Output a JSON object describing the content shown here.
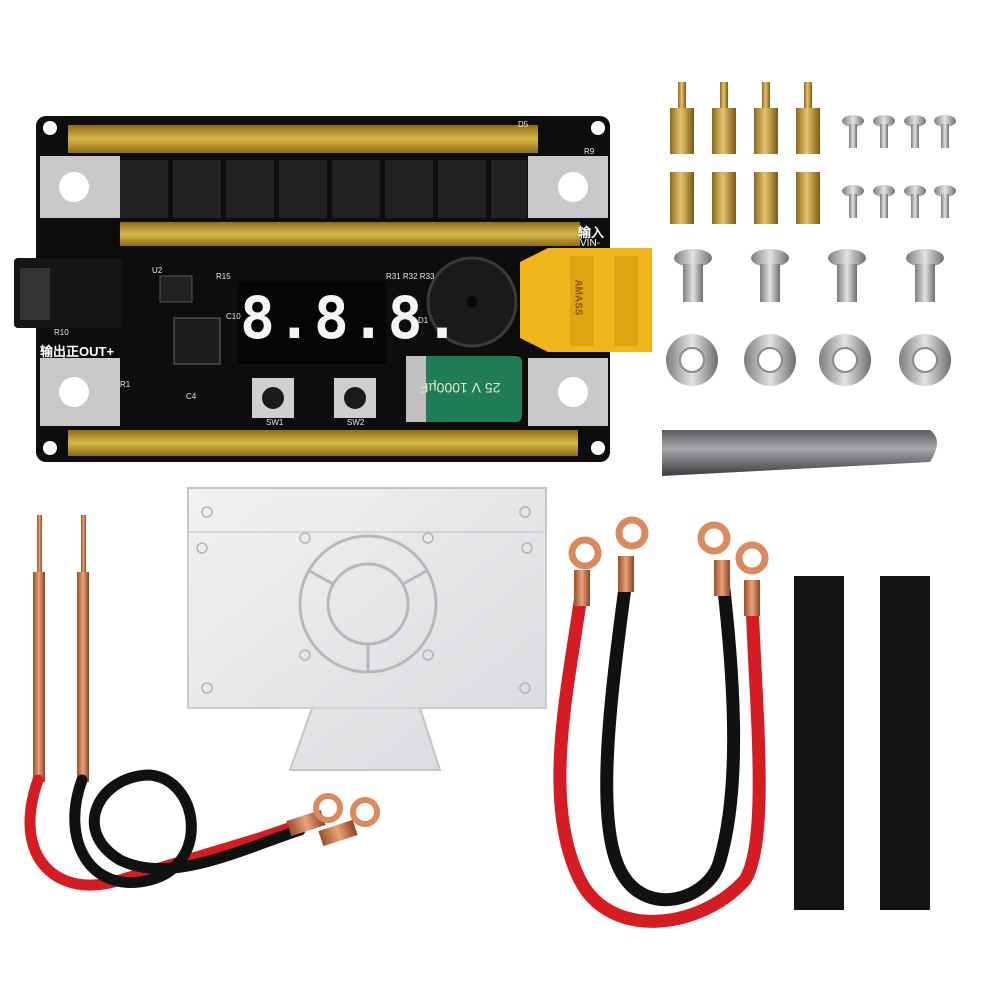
{
  "board": {
    "display_text": "8.8.8.",
    "label_out": "输出正OUT+",
    "label_in": "输入",
    "label_vin": "VIN-",
    "label_u2": "U2",
    "label_r15": "R15",
    "label_r31": "R31 R32 R33",
    "label_d5": "D5",
    "label_r9": "R9",
    "label_sw1": "SW1",
    "label_sw2": "SW2",
    "label_c4": "C4",
    "label_c10": "C10",
    "label_r10": "R10",
    "label_r1": "R1",
    "label_d1": "D1",
    "capacitor_text": "25 V 1000µF",
    "connector_text": "AMASS"
  },
  "colors": {
    "pcb": "#0d0d0d",
    "gold": "#b8961e",
    "connector": "#f2b51c",
    "capacitor": "#1f7d58",
    "copper": "#c8744a",
    "red_wire": "#d41c22",
    "black_wire": "#111111"
  },
  "items": [
    "control-board",
    "brass-standoffs",
    "screws",
    "hex-nuts",
    "nickel-strip",
    "welding-pens",
    "acrylic-cover",
    "power-cables",
    "heat-shrink-tubes"
  ]
}
